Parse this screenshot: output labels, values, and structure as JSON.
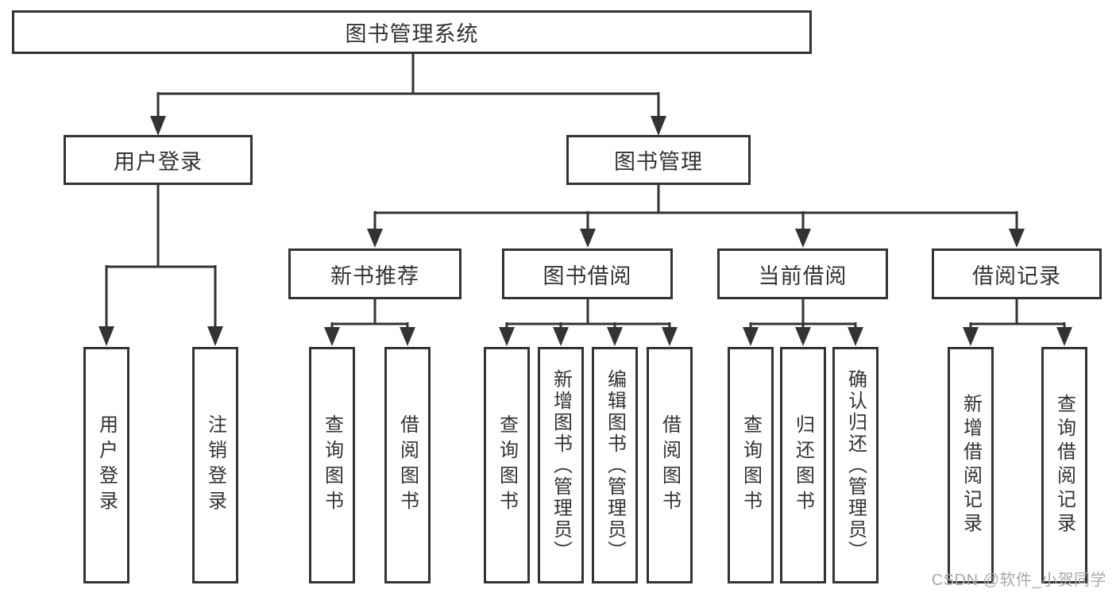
{
  "diagram": {
    "root": {
      "label": "图书管理系统"
    },
    "user_login": {
      "label": "用户登录",
      "children": {
        "login": {
          "label": "用户登录"
        },
        "logout": {
          "label": "注销登录"
        }
      }
    },
    "book_mgmt": {
      "label": "图书管理",
      "children": {
        "new_books": {
          "label": "新书推荐",
          "children": {
            "query_books": {
              "label": "查询图书"
            },
            "borrow_books": {
              "label": "借阅图书"
            }
          }
        },
        "book_borrow": {
          "label": "图书借阅",
          "children": {
            "query_books": {
              "label": "查询图书"
            },
            "add_books": {
              "label": "新增图书（管理员）"
            },
            "edit_books": {
              "label": "编辑图书（管理员）"
            },
            "borrow_books": {
              "label": "借阅图书"
            }
          }
        },
        "current_borrow": {
          "label": "当前借阅",
          "children": {
            "query_books": {
              "label": "查询图书"
            },
            "return_books": {
              "label": "归还图书"
            },
            "confirm_return": {
              "label": "确认归还（管理员）"
            }
          }
        },
        "borrow_records": {
          "label": "借阅记录",
          "children": {
            "add_record": {
              "label": "新增借阅记录"
            },
            "query_record": {
              "label": "查询借阅记录"
            }
          }
        }
      }
    },
    "colors": {
      "line": "#333333",
      "box_background": "#ffffff",
      "text": "#333333",
      "watermark": "#a9a9a9"
    },
    "watermark": "CSDN @软件_小贺同学"
  }
}
